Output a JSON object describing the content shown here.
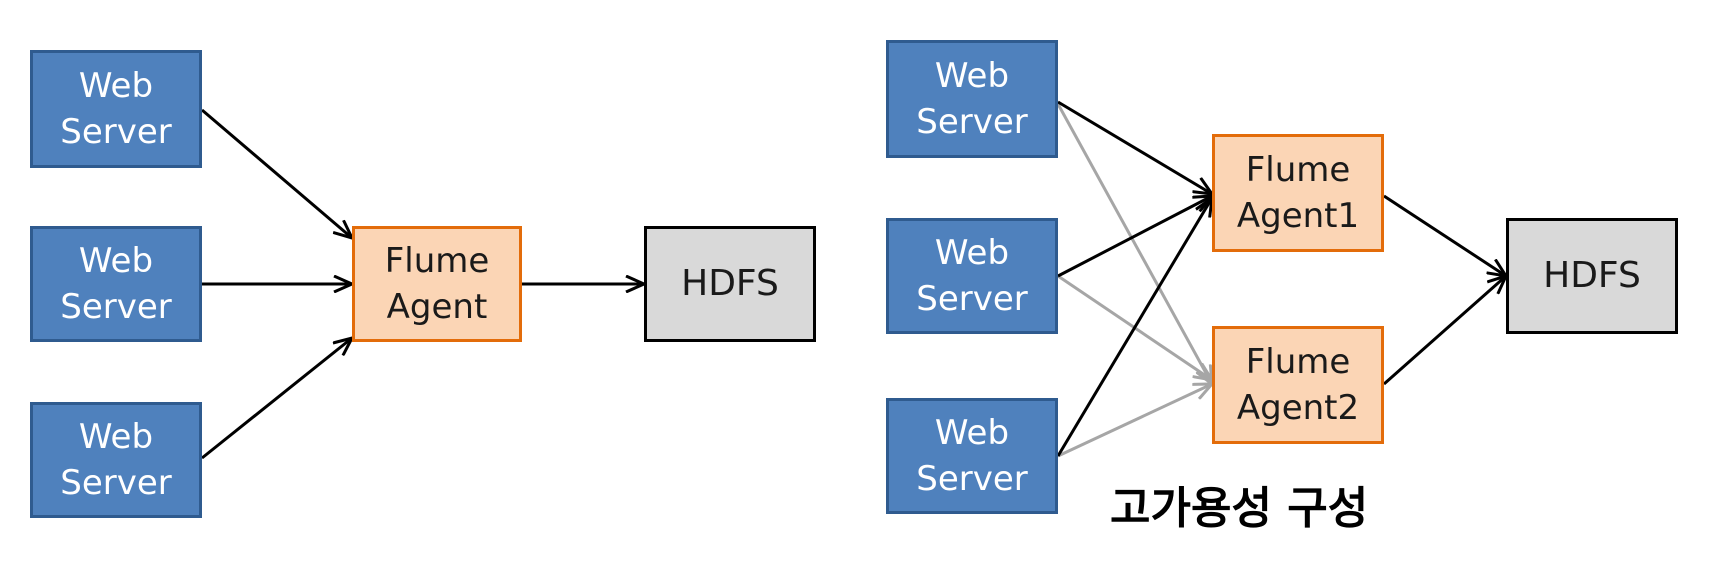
{
  "colors": {
    "web_fill": "#4f81bd",
    "flume_fill": "#fbd5b5",
    "flume_border": "#e36c0a",
    "hdfs_fill": "#d9d9d9",
    "arrow_primary": "#000000",
    "arrow_backup": "#a6a6a6"
  },
  "left": {
    "web_servers": [
      {
        "line1": "Web",
        "line2": "Server"
      },
      {
        "line1": "Web",
        "line2": "Server"
      },
      {
        "line1": "Web",
        "line2": "Server"
      }
    ],
    "agent": {
      "line1": "Flume",
      "line2": "Agent"
    },
    "sink": {
      "label": "HDFS"
    }
  },
  "right": {
    "web_servers": [
      {
        "line1": "Web",
        "line2": "Server"
      },
      {
        "line1": "Web",
        "line2": "Server"
      },
      {
        "line1": "Web",
        "line2": "Server"
      }
    ],
    "agent1": {
      "line1": "Flume",
      "line2": "Agent1"
    },
    "agent2": {
      "line1": "Flume",
      "line2": "Agent2"
    },
    "sink": {
      "label": "HDFS"
    },
    "caption": "고가용성 구성"
  }
}
